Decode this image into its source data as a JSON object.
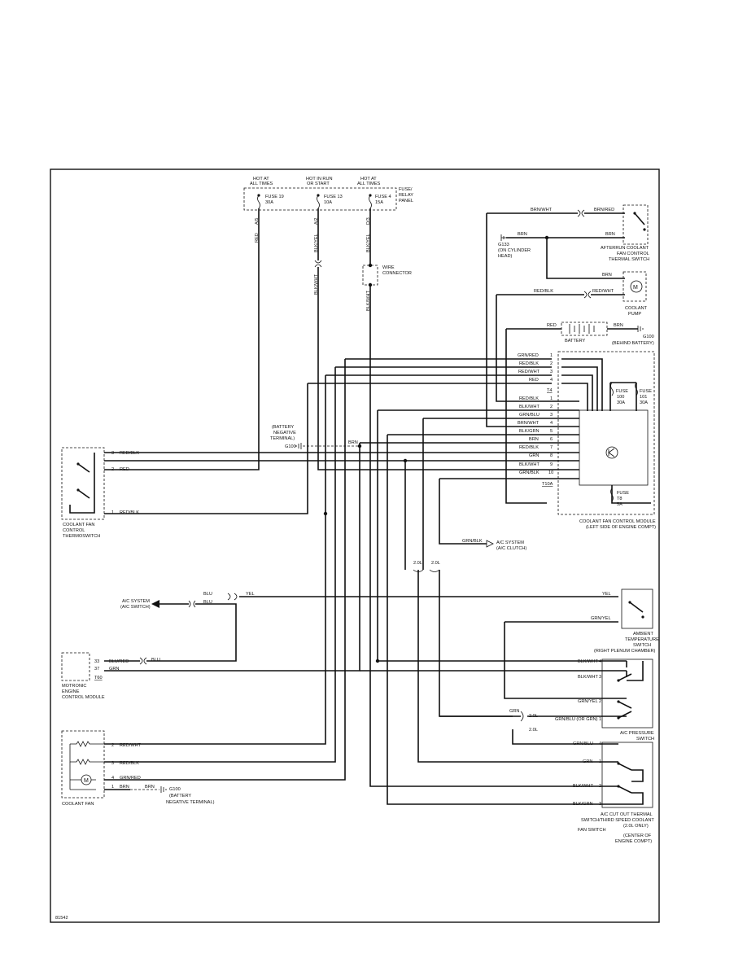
{
  "diagram_id": "81542",
  "top": {
    "hot_always_1": [
      "HOT AT",
      "ALL TIMES"
    ],
    "hot_run": [
      "HOT IN RUN",
      "OR START"
    ],
    "hot_always_2": [
      "HOT AT",
      "ALL TIMES"
    ],
    "fuse_19": [
      "FUSE 19",
      "30A"
    ],
    "fuse_13": [
      "FUSE 13",
      "10A"
    ],
    "fuse_4": [
      "FUSE 4",
      "15A"
    ],
    "panel": [
      "FUSE/",
      "RELAY",
      "PANEL"
    ],
    "pin_a5": "A/5",
    "pin_a2": "A/2",
    "pin_d3": "D/3",
    "wire_red": "RED",
    "wire_blkyel": "BLK/YEL",
    "wire_blkwht_1": "BLK/WHT",
    "wire_blkyel_2": "BLK/YEL",
    "wire_blkwht_2": "BLK/WHT",
    "wire_connector": [
      "WIRE",
      "CONNECTOR"
    ]
  },
  "afterrun": {
    "w_brnwht": "BRN/WHT",
    "w_brnred": "BRN/RED",
    "w_brn1": "BRN",
    "w_brn2": "BRN",
    "ground": [
      "G133",
      "(ON CYLINDER",
      "HEAD)"
    ],
    "label": [
      "AFTERRUN COOLANT",
      "FAN CONTROL",
      "THERMAL SWITCH"
    ]
  },
  "pump": {
    "w_brn": "BRN",
    "w_redblk": "RED/BLK",
    "w_redwht": "RED/WHT",
    "label": [
      "COOLANT",
      "PUMP"
    ]
  },
  "battery": {
    "w_red": "RED",
    "w_brn": "BRN",
    "label": "BATTERY",
    "ground": [
      "G100",
      "(BEHIND BATTERY)"
    ]
  },
  "module": {
    "t4_wires": [
      "GRN/RED",
      "RED/BLK",
      "RED/WHT",
      "RED"
    ],
    "t4_pins": [
      "1",
      "2",
      "3",
      "4"
    ],
    "t4": "T4",
    "t10_wires": [
      "RED/BLK",
      "BLK/WHT",
      "GRN/BLU",
      "BRN/WHT",
      "BLK/GRN",
      "BRN",
      "RED/BLK",
      "GRN",
      "BLK/WHT",
      "GRN/BLK"
    ],
    "t10_pins": [
      "1",
      "2",
      "3",
      "4",
      "5",
      "6",
      "7",
      "8",
      "9",
      "10"
    ],
    "t10": "T10A",
    "fuse_100": [
      "FUSE",
      "100",
      "30A"
    ],
    "fuse_101": [
      "FUSE",
      "101",
      "30A"
    ],
    "fuse_t8": [
      "FUSE",
      "T8",
      "5A"
    ],
    "label": [
      "COOLANT FAN CONTROL MODULE",
      "(LEFT SIDE OF ENGINE COMPT)"
    ]
  },
  "ground_mid": {
    "label": [
      "(BATTERY",
      "NEGATIVE",
      "TERMINAL)",
      "G100"
    ],
    "w_brn": "BRN"
  },
  "thermoswitch": {
    "pins": [
      "3",
      "2",
      "1"
    ],
    "wires": [
      "RED/BLK",
      "RED",
      "RED/BLK"
    ],
    "label": [
      "COOLANT FAN",
      "CONTROL",
      "THERMOSWITCH"
    ]
  },
  "ac_clutch": {
    "w_grnblk": "GRN/BLK",
    "label": [
      "A/C SYSTEM",
      "(A/C CLUTCH)"
    ],
    "split_left": "2.0L",
    "split_right": "2.0L"
  },
  "ac_switch": {
    "label": [
      "A/C SYSTEM",
      "(A/C SWITCH)"
    ],
    "w_blu1": "BLU",
    "w_blu2": "BLU",
    "w_yel1": "YEL",
    "w_yel2": "YEL"
  },
  "ambient": {
    "w_grnyel": "GRN/YEL",
    "label": [
      "AMBIENT",
      "TEMPERATURE",
      "SWITCH",
      "(RIGHT PLENUM CHAMBER)"
    ]
  },
  "motronic": {
    "pins": [
      "33",
      "37"
    ],
    "wires": [
      "BLU/RED",
      "GRN"
    ],
    "w_blu": "BLU",
    "conn": "T60",
    "label": [
      "MOTRONIC",
      "ENGINE",
      "CONTROL MODULE"
    ]
  },
  "pressure": {
    "wires": [
      "BLK/WHT",
      "BLK/WHT",
      "GRN/YEL",
      "GRN/BLU (OR GRN)"
    ],
    "pins": [
      "4",
      "3",
      "2",
      "1"
    ],
    "w_grn": "GRN",
    "split_top": "2.0L",
    "split_bot": "2.0L",
    "label": [
      "A/C PRESSURE",
      "SWITCH"
    ]
  },
  "cutout": {
    "wires": [
      "GRN/BLU",
      "GRN",
      "BLK/WHT",
      "BLK/GRN"
    ],
    "pins": [
      "4",
      "1",
      "2",
      "3"
    ],
    "label": [
      "A/C CUT OUT THERMAL",
      "SWITCH/THIRD SPEED COOLANT",
      "FAN SWITCH",
      "(2.0L ONLY)",
      "(CENTER OF",
      "ENGINE COMPT)"
    ]
  },
  "fan": {
    "pins": [
      "2",
      "3",
      "4",
      "1"
    ],
    "wires": [
      "RED/WHT",
      "RED/BLK",
      "GRN/RED",
      "BRN"
    ],
    "w_brn2": "BRN",
    "ground": [
      "G100",
      "(BATTERY",
      "NEGATIVE TERMINAL)"
    ],
    "label": "COOLANT FAN"
  }
}
